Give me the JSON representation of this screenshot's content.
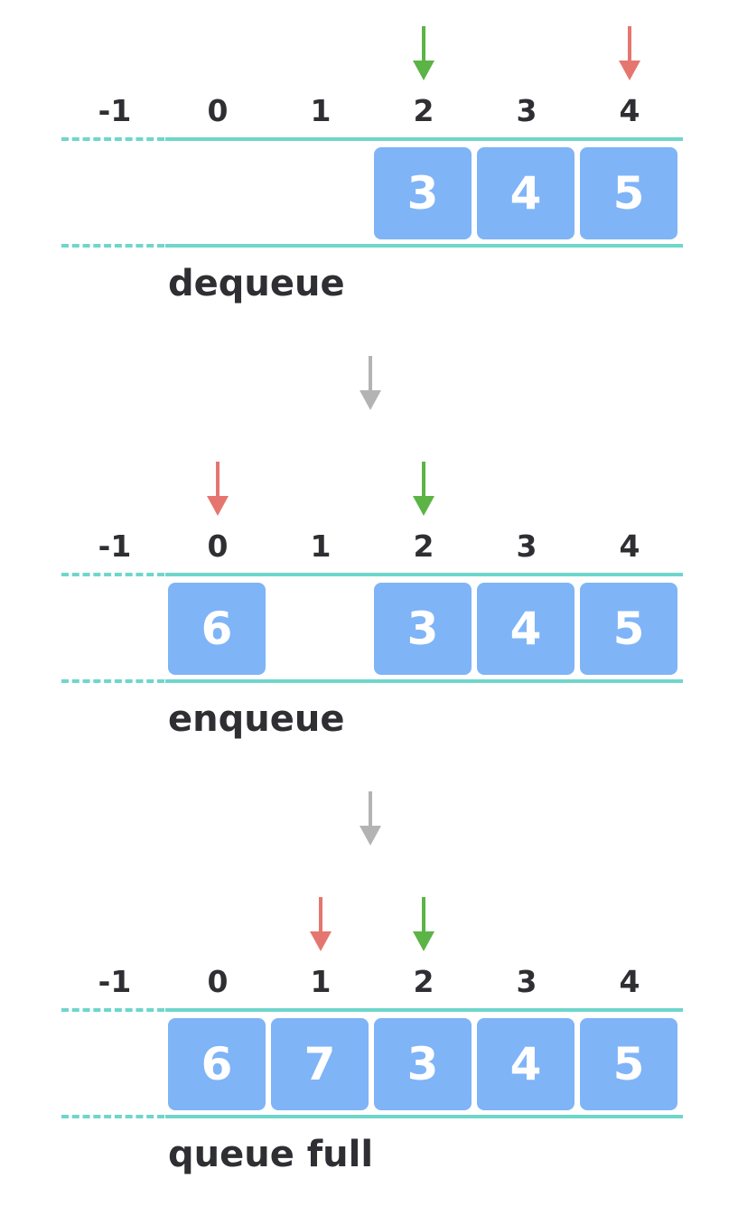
{
  "colors": {
    "front_pointer": "#5bb445",
    "rear_pointer": "#e5766f",
    "cell_fill": "#7fb4f7",
    "rail": "#6fd6cb",
    "step_arrow": "#b3b3b3",
    "text": "#2e2e33"
  },
  "indices": [
    "-1",
    "0",
    "1",
    "2",
    "3",
    "4"
  ],
  "states": [
    {
      "caption": "dequeue",
      "cells": [
        "",
        "",
        "3",
        "4",
        "5"
      ],
      "front_index": 2,
      "rear_index": 4
    },
    {
      "caption": "enqueue",
      "cells": [
        "6",
        "",
        "3",
        "4",
        "5"
      ],
      "front_index": 2,
      "rear_index": 0
    },
    {
      "caption": "queue full",
      "cells": [
        "6",
        "7",
        "3",
        "4",
        "5"
      ],
      "front_index": 2,
      "rear_index": 1
    }
  ],
  "icons": {
    "front_pointer": "down-arrow-icon",
    "rear_pointer": "down-arrow-icon",
    "step_arrow": "down-arrow-icon"
  }
}
